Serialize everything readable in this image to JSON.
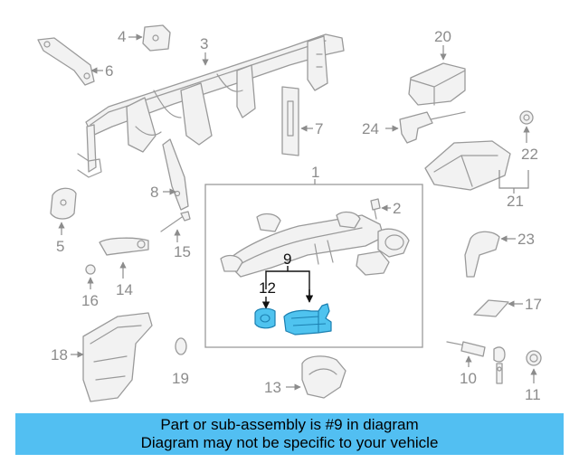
{
  "callouts": {
    "c1": "1",
    "c2": "2",
    "c3": "3",
    "c4": "4",
    "c5": "5",
    "c6": "6",
    "c7": "7",
    "c8": "8",
    "c9": "9",
    "c10": "10",
    "c11": "11",
    "c12": "12",
    "c13": "13",
    "c14": "14",
    "c15": "15",
    "c16": "16",
    "c17": "17",
    "c18": "18",
    "c19": "19",
    "c20": "20",
    "c21": "21",
    "c22": "22",
    "c23": "23",
    "c24": "24"
  },
  "highlight_color": "#4fc3ef",
  "banner_color": "#52bff2",
  "banner": {
    "line1": "Part or sub-assembly is #9 in diagram",
    "line2": "Diagram may not be specific to your vehicle"
  }
}
